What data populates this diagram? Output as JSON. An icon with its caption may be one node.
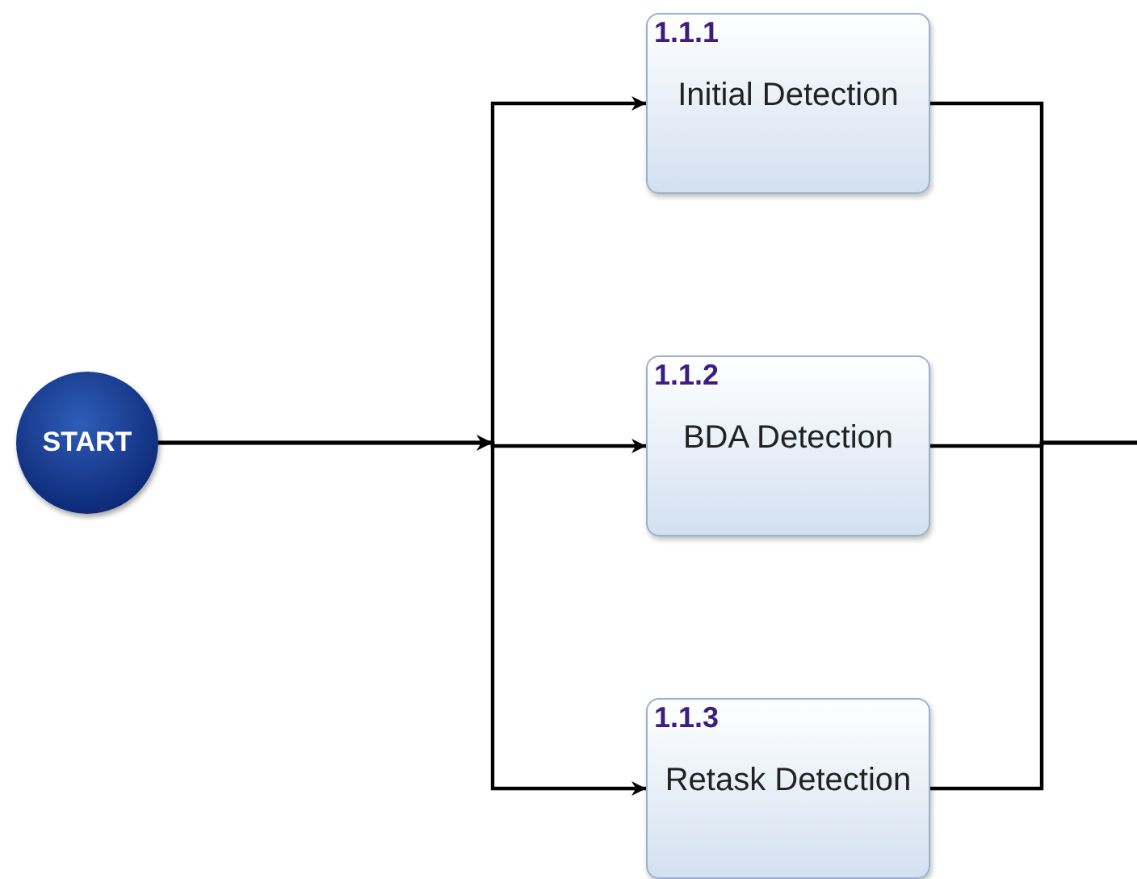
{
  "diagram": {
    "nodes": [
      {
        "text": [
          "START"
        ]
      },
      {
        "text": [
          "1.1.1",
          "Initial Detection"
        ]
      },
      {
        "text": [
          "1.1.2",
          "BDA Detection"
        ]
      },
      {
        "text": [
          "1.1.3",
          "Retask Detection"
        ]
      }
    ],
    "edges": [
      {
        "from": 0,
        "to": 1,
        "arrow": "to"
      },
      {
        "from": 0,
        "to": 2,
        "arrow": "to"
      },
      {
        "from": 0,
        "to": 3,
        "arrow": "to"
      },
      {
        "from": 1,
        "to": null,
        "arrow": "none"
      },
      {
        "from": 2,
        "to": null,
        "arrow": "none"
      },
      {
        "from": 3,
        "to": null,
        "arrow": "none"
      }
    ]
  }
}
